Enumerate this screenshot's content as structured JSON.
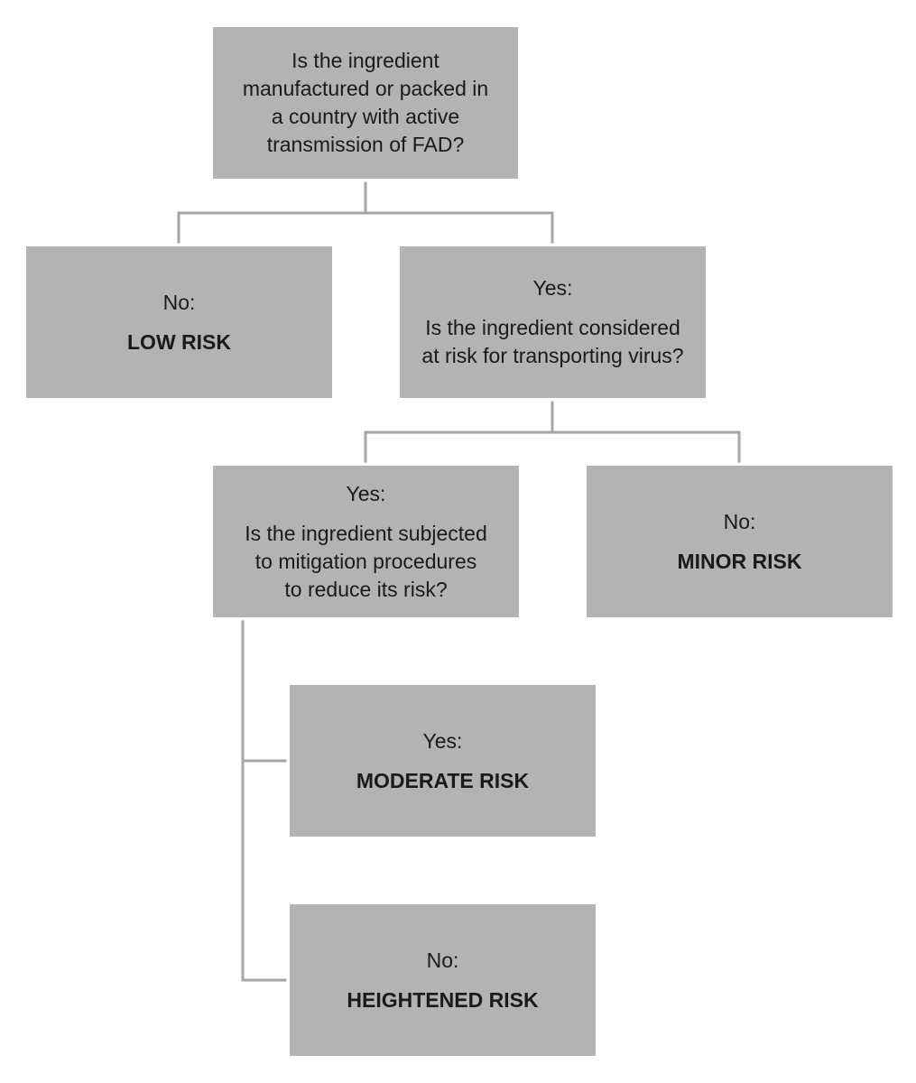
{
  "nodes": {
    "q1": {
      "lines": [
        "Is the ingredient",
        "manufactured or packed in",
        "a country with active",
        "transmission of FAD?"
      ]
    },
    "low": {
      "answer": "No:",
      "result": "LOW RISK"
    },
    "q2": {
      "answer": "Yes:",
      "lines": [
        "Is the ingredient considered",
        "at risk for transporting virus?"
      ]
    },
    "q3": {
      "answer": "Yes:",
      "lines": [
        "Is the ingredient subjected",
        "to mitigation procedures",
        "to reduce its risk?"
      ]
    },
    "minor": {
      "answer": "No:",
      "result": "MINOR RISK"
    },
    "moderate": {
      "answer": "Yes:",
      "result": "MODERATE RISK"
    },
    "heightened": {
      "answer": "No:",
      "result": "HEIGHTENED RISK"
    }
  },
  "colors": {
    "box_fill": "#b3b3b3",
    "connector": "#a6a6a6",
    "text": "#1a1a1a"
  }
}
